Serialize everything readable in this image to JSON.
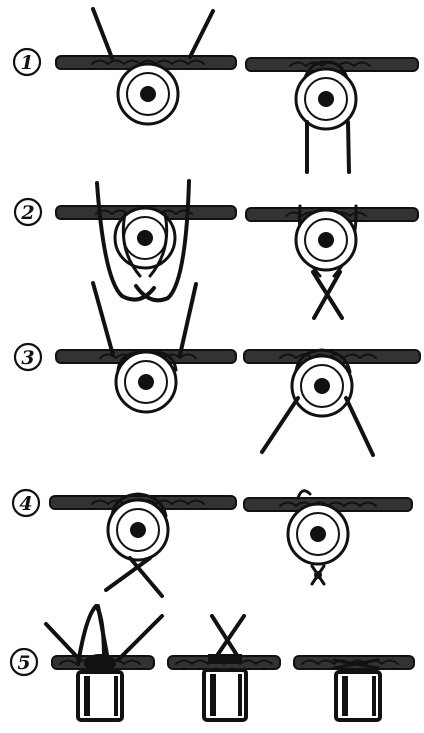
{
  "steps": [
    {
      "label": "1"
    },
    {
      "label": "2"
    },
    {
      "label": "3"
    },
    {
      "label": "4"
    },
    {
      "label": "5"
    }
  ],
  "colors": {
    "ink": "#111111",
    "paper": "#ffffff",
    "fabric_fill": "#333333"
  }
}
